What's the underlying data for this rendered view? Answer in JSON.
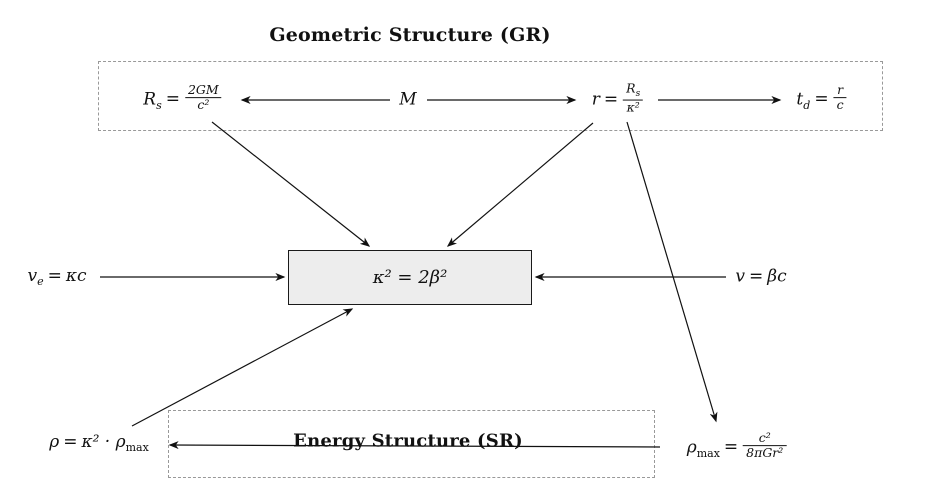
{
  "diagram": {
    "title_gr": "Geometric Structure (GR)",
    "title_sr": "Energy Structure (SR)",
    "center": {
      "kappa_eq": "κ² = 2β²"
    },
    "eq_rs": {
      "base": "R",
      "sub": "s",
      "rel": "=",
      "num": "2GM",
      "den": "c²"
    },
    "eq_m": {
      "text": "M"
    },
    "eq_r": {
      "base": "r",
      "rel": "=",
      "num_base": "R",
      "num_sub": "s",
      "den": "κ²"
    },
    "eq_td": {
      "base": "t",
      "sub": "d",
      "rel": "=",
      "num": "r",
      "den": "c"
    },
    "eq_ve": {
      "base": "v",
      "sub": "e",
      "rel": "=",
      "rhs": "κc"
    },
    "eq_v": {
      "lhs": "v",
      "rel": "=",
      "rhs": "βc"
    },
    "eq_rho": {
      "lhs": "ρ",
      "rel": "=",
      "mid": "κ² · ρ",
      "sub": "max"
    },
    "eq_rhomax": {
      "base": "ρ",
      "sub": "max",
      "rel": "=",
      "num": "c²",
      "den": "8πGr²"
    }
  },
  "colors": {
    "line": "#111111",
    "dash_border": "#999999",
    "box_fill": "#ededed",
    "box_border": "#1a1a1a",
    "text": "#111111"
  }
}
